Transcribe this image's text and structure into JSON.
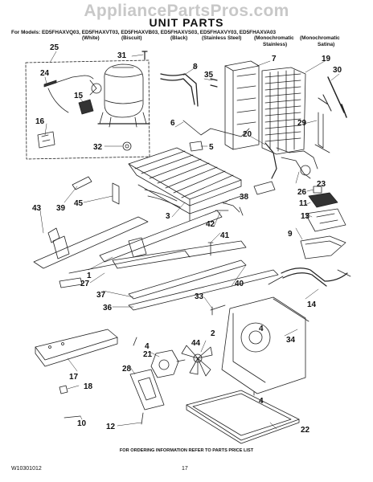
{
  "watermark": "AppliancePartsPros.com",
  "title": "UNIT PARTS",
  "models_line": "For Models: ED5FHAXVQ03, ED5FHAXVT03, ED5FHAXVB03, ED5FHAXVS03, ED5FHAXVY03, ED5FHAXVA03",
  "colors": [
    "(White)",
    "(Biscuit)",
    "(Black)",
    "(Stainless Steel)",
    "(Monochromatic",
    "(Monochromatic"
  ],
  "colors_line2": [
    "Stainless)",
    "Satina)"
  ],
  "callouts": [
    "25",
    "31",
    "8",
    "7",
    "19",
    "30",
    "24",
    "35",
    "15",
    "6",
    "5",
    "20",
    "29",
    "16",
    "32",
    "1",
    "4",
    "23",
    "39",
    "45",
    "26",
    "38",
    "11",
    "13",
    "3",
    "42",
    "43",
    "41",
    "9",
    "2",
    "37",
    "27",
    "36",
    "33",
    "40",
    "14",
    "44",
    "34",
    "21",
    "28",
    "17",
    "18",
    "4",
    "22",
    "10",
    "12",
    "4"
  ],
  "footer": "FOR ORDERING INFORMATION REFER TO PARTS PRICE LIST",
  "doc_number": "W10301012",
  "page_number": "17"
}
